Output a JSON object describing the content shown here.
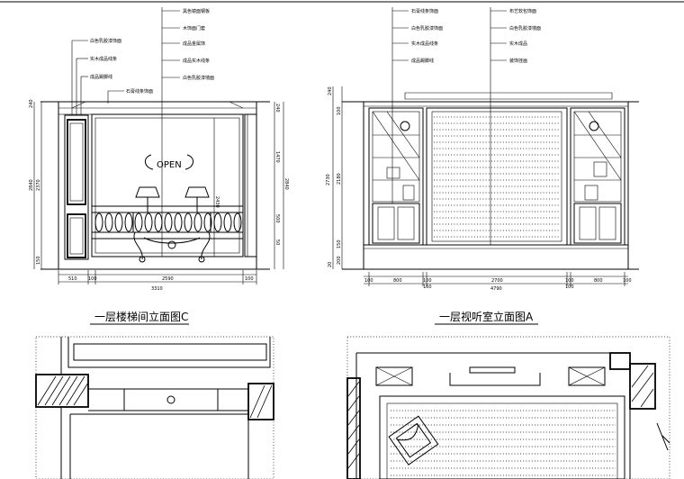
{
  "titles": {
    "left": "一层楼梯间立面图C",
    "right": "一层视听室立面图A"
  },
  "sign_text": "OPEN",
  "left_elevation": {
    "notes_top": [
      "黑色镜面钢板",
      "木饰面门套",
      "成品金属饰",
      "成品实木线条",
      "白色乳胶漆墙面"
    ],
    "notes_left": [
      "白色乳胶漆饰面",
      "实木成品线条",
      "成品踢脚线",
      "石膏线条饰面"
    ],
    "dims_bottom": [
      "510",
      "100",
      "2590",
      "100"
    ],
    "total": "3310",
    "dims_left": [
      "240",
      "2370",
      "2840",
      "150"
    ],
    "dims_right": [
      "240",
      "1470",
      "2840",
      "500",
      "50"
    ],
    "dims_inner": [
      "2430"
    ]
  },
  "right_elevation": {
    "notes_left": [
      "石膏线条饰面",
      "白色乳胶漆饰面",
      "实木成品线条",
      "成品踢脚线"
    ],
    "notes_right": [
      "布艺软包饰面",
      "白色乳胶漆墙面",
      "实木成品",
      "装饰挂画"
    ],
    "dims_bottom": [
      "100",
      "800",
      "100",
      "2700",
      "100",
      "800",
      "100"
    ],
    "dims_sub": [
      "160",
      "100"
    ],
    "total": "4790",
    "dims_left": [
      "240",
      "100",
      "2180",
      "2730",
      "150",
      "200",
      "20"
    ]
  }
}
